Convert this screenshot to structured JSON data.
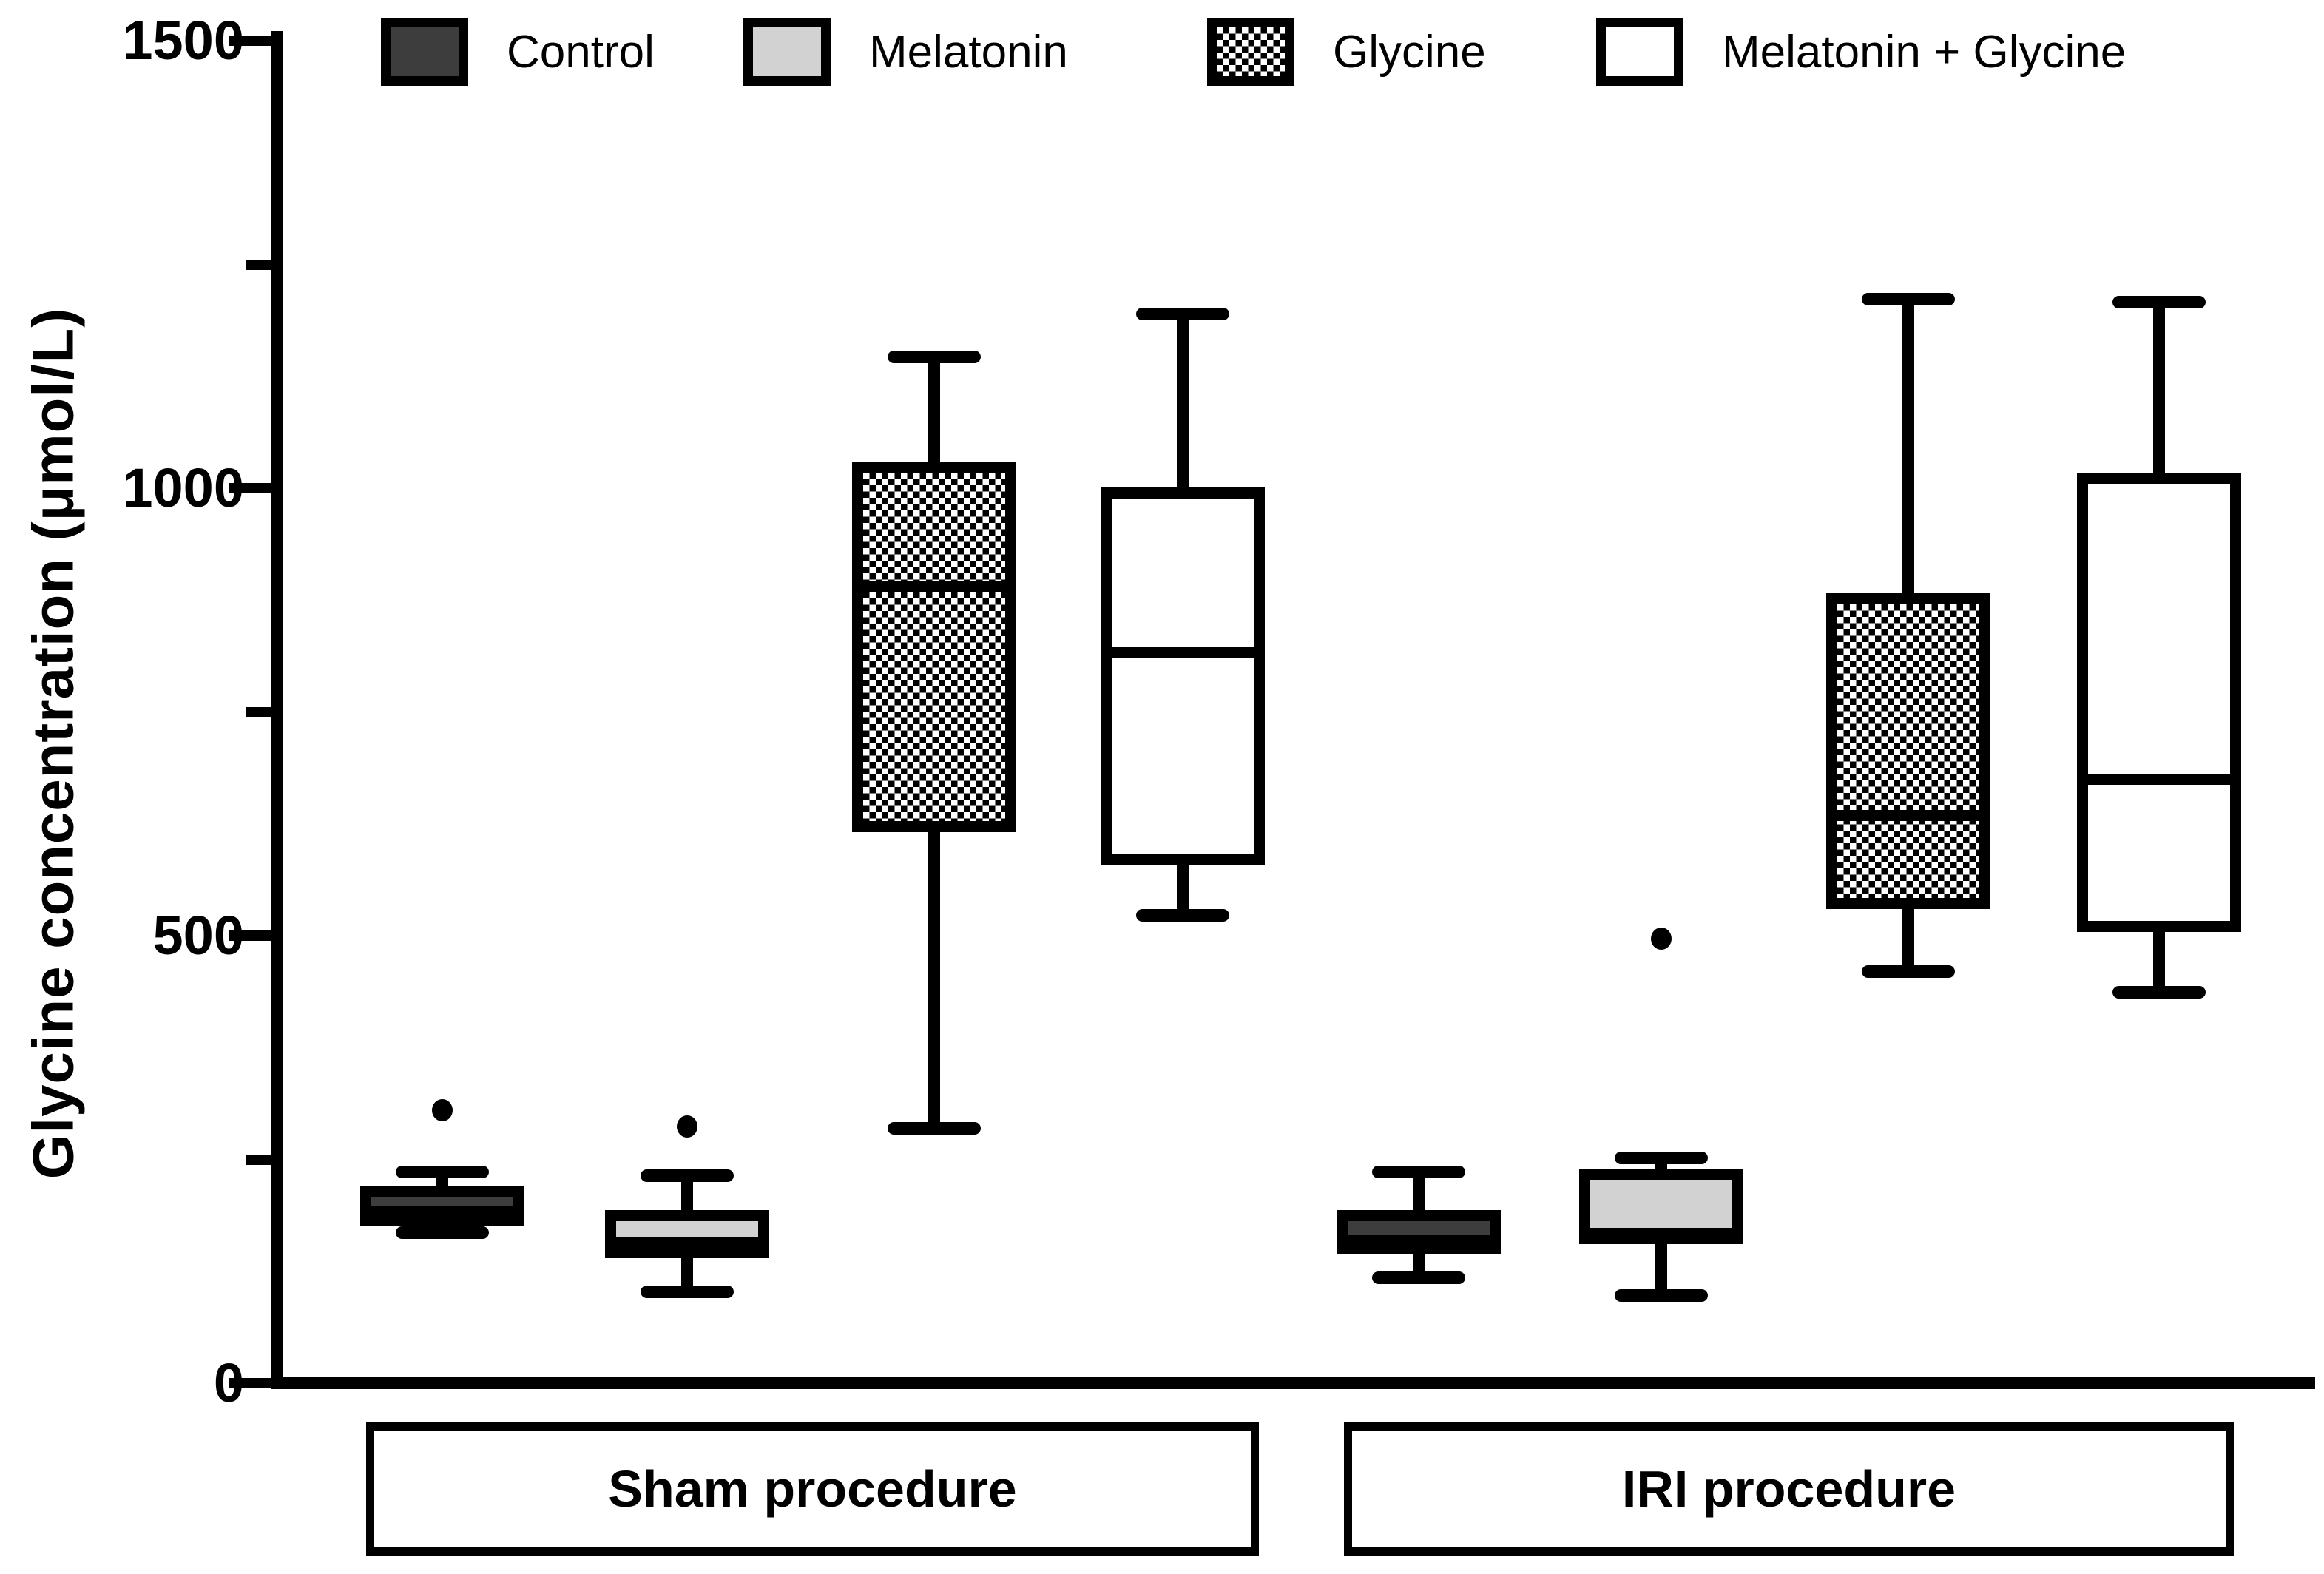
{
  "figure": {
    "background": "#ffffff",
    "line_color": "#000000"
  },
  "legend": {
    "position": "top",
    "items": [
      {
        "label": "Control",
        "fill": "solid",
        "color": "#3d3d3d"
      },
      {
        "label": "Melatonin",
        "fill": "solid",
        "color": "#d2d2d2"
      },
      {
        "label": "Glycine",
        "fill": "checkerboard",
        "color": "#000000"
      },
      {
        "label": "Melatonin + Glycine",
        "fill": "solid",
        "color": "#ffffff"
      }
    ]
  },
  "chart_data": {
    "type": "box",
    "title": "",
    "xlabel": "",
    "ylabel": "Glycine concentration (μmol/L)",
    "ylim": [
      0,
      1500
    ],
    "yticks_major": [
      0,
      500,
      1000,
      1500
    ],
    "yticks_minor": [
      250,
      750,
      1250
    ],
    "grid": false,
    "legend_position": "top",
    "groups": [
      {
        "label": "Sham procedure",
        "boxes": [
          {
            "series": "Control",
            "whisker_low": 168,
            "q1": 176,
            "median": 191,
            "q3": 221,
            "whisker_high": 236,
            "outliers": [
              305
            ]
          },
          {
            "series": "Melatonin",
            "whisker_low": 102,
            "q1": 140,
            "median": 157,
            "q3": 193,
            "whisker_high": 232,
            "outliers": [
              287
            ]
          },
          {
            "series": "Glycine",
            "whisker_low": 285,
            "q1": 616,
            "median": 890,
            "q3": 1030,
            "whisker_high": 1147,
            "outliers": []
          },
          {
            "series": "Melatonin + Glycine",
            "whisker_low": 523,
            "q1": 579,
            "median": 816,
            "q3": 1001,
            "whisker_high": 1195,
            "outliers": []
          }
        ]
      },
      {
        "label": "IRI procedure",
        "boxes": [
          {
            "series": "Control",
            "whisker_low": 118,
            "q1": 144,
            "median": 159,
            "q3": 193,
            "whisker_high": 236,
            "outliers": []
          },
          {
            "series": "Melatonin",
            "whisker_low": 98,
            "q1": 155,
            "median": 167,
            "q3": 240,
            "whisker_high": 252,
            "outliers": [
              497
            ]
          },
          {
            "series": "Glycine",
            "whisker_low": 460,
            "q1": 530,
            "median": 634,
            "q3": 883,
            "whisker_high": 1211,
            "outliers": []
          },
          {
            "series": "Melatonin + Glycine",
            "whisker_low": 437,
            "q1": 504,
            "median": 675,
            "q3": 1017,
            "whisker_high": 1208,
            "outliers": []
          }
        ]
      }
    ]
  }
}
